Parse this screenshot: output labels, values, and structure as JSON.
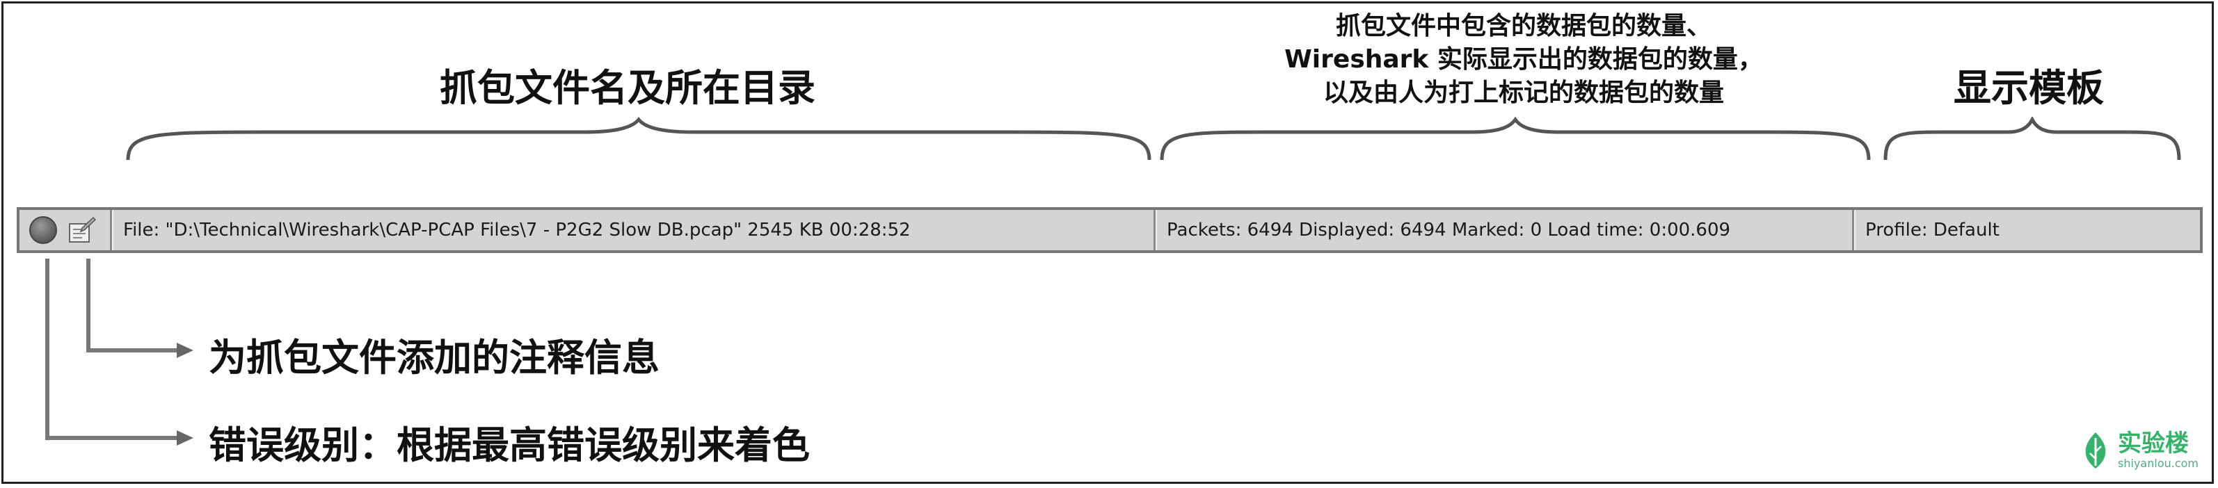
{
  "callouts": {
    "file_name_dir": "抓包文件名及所在目录",
    "packet_counts": [
      "抓包文件中包含的数据包的数量、",
      "Wireshark 实际显示出的数据包的数量，",
      "以及由人为打上标记的数据包的数量"
    ],
    "profile": "显示模板"
  },
  "statusbar": {
    "file": "File: \"D:\\Technical\\Wireshark\\CAP-PCAP Files\\7 - P2G2 Slow DB.pcap\" 2545 KB 00:28:52",
    "packets": "Packets: 6494 Displayed: 6494 Marked: 0 Load time: 0:00.609",
    "profile": "Profile: Default"
  },
  "annotations": {
    "comment": "为抓包文件添加的注释信息",
    "expert": "错误级别：根据最高错误级别来着色"
  },
  "watermark": {
    "name": "实验楼",
    "domain": "shiyanlou.com",
    "color": "#37b26c"
  }
}
